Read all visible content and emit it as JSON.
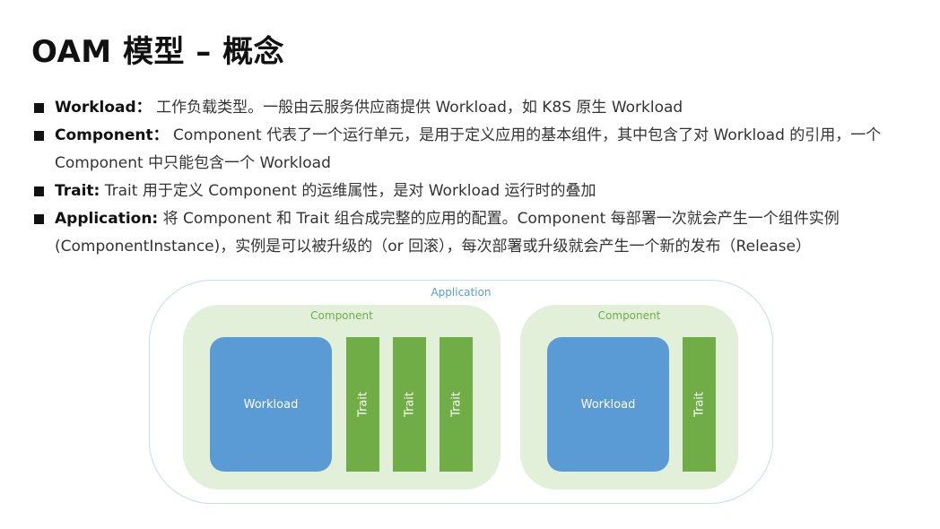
{
  "title": "OAM 模型 – 概念",
  "bullets": [
    {
      "term": "Workload：",
      "lines": [
        "工作负载类型。一般由云服务供应商提供 Workload，如 K8S 原生 Workload"
      ]
    },
    {
      "term": "Component：",
      "lines": [
        "Component 代表了一个运行单元，是用于定义应用的基本组件，其中包含了对 Workload 的引用，一个",
        "Component 中只能包含一个 Workload"
      ]
    },
    {
      "term": "Trait:",
      "lines": [
        "Trait 用于定义 Component 的运维属性，是对 Workload 运行时的叠加"
      ]
    },
    {
      "term": "Application:",
      "lines": [
        "将 Component 和 Trait 组合成完整的应用的配置。Component 每部署一次就会产生一个组件实例",
        "(ComponentInstance)，实例是可以被升级的（or 回滚），每次部署或升级就会产生一个新的发布（Release）"
      ]
    }
  ],
  "diagram": {
    "application_label": "Application",
    "components": [
      {
        "label": "Component",
        "workload": "Workload",
        "traits": [
          "Trait",
          "Trait",
          "Trait"
        ]
      },
      {
        "label": "Component",
        "workload": "Workload",
        "traits": [
          "Trait"
        ]
      }
    ]
  },
  "colors": {
    "workload": "#5b9bd5",
    "trait": "#70ad47",
    "component_bg": "#e2efd9",
    "application_border": "#c9dcee"
  }
}
